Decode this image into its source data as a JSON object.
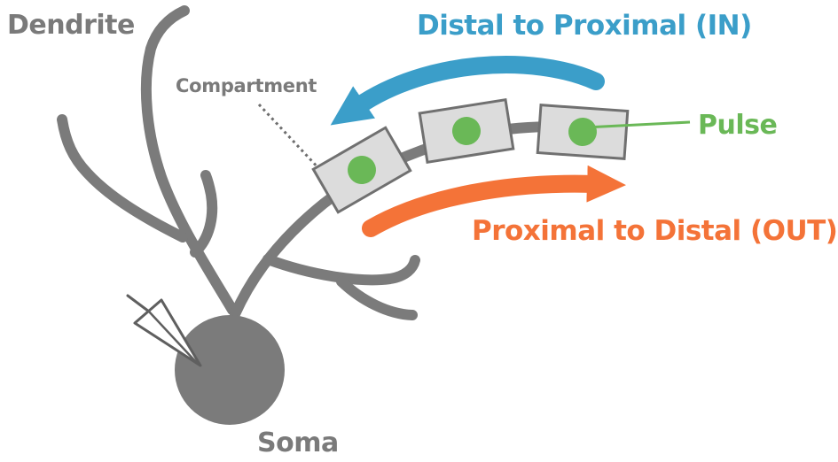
{
  "labels": {
    "dendrite": "Dendrite",
    "soma": "Soma",
    "compartment": "Compartment",
    "pulse": "Pulse",
    "distal_to_proximal": "Distal to Proximal (IN)",
    "proximal_to_distal": "Proximal to Distal (OUT)"
  },
  "colors": {
    "neuron": "#7b7b7b",
    "label_gray": "#7a7a7a",
    "compartment_fill": "#dcdcdc",
    "compartment_stroke": "#707070",
    "pulse_green": "#6ab857",
    "in_arrow_blue": "#3b9ec9",
    "out_arrow_orange": "#f47338"
  },
  "icons": {
    "electrode": "electrode-icon",
    "pulse_dot": "pulse-dot-icon"
  }
}
